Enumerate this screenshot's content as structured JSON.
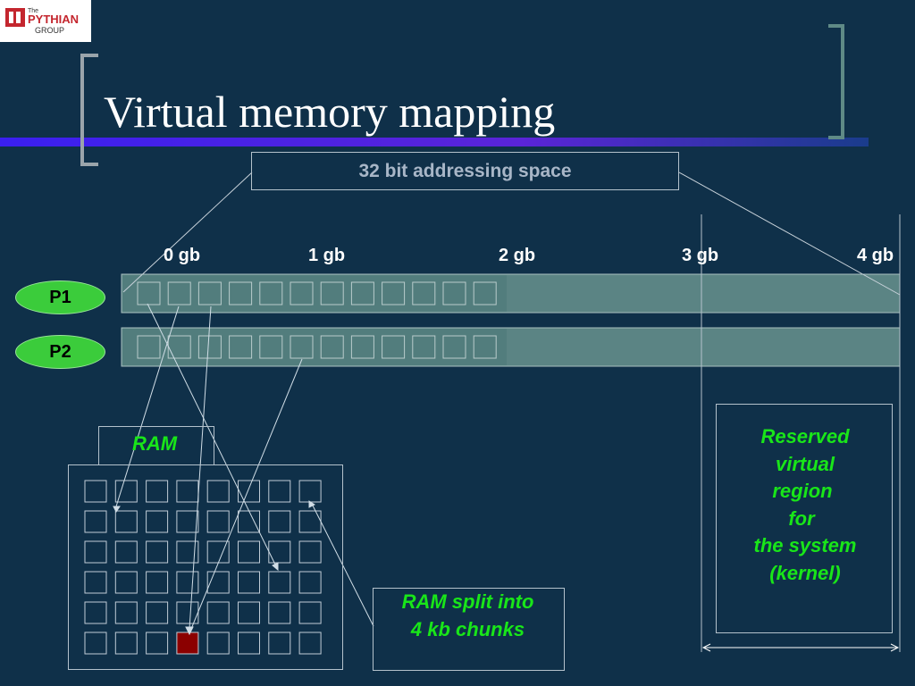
{
  "logo": {
    "the": "The",
    "name": "PYTHIAN",
    "group": "GROUP"
  },
  "slide": {
    "title": "Virtual memory mapping"
  },
  "address_space": {
    "label": "32 bit addressing space",
    "ticks": [
      "0 gb",
      "1 gb",
      "2 gb",
      "3 gb",
      "4 gb"
    ]
  },
  "processes": [
    {
      "name": "P1",
      "pages": 12
    },
    {
      "name": "P2",
      "pages": 12
    }
  ],
  "ram": {
    "label": "RAM",
    "rows": 6,
    "cols": 8,
    "highlight_cell": {
      "row": 6,
      "col": 4
    },
    "highlight_color": "#8b0000"
  },
  "notes": {
    "ram_split": [
      "RAM split into",
      "4 kb chunks"
    ],
    "reserved": [
      "Reserved",
      "virtual",
      "region",
      "for",
      "the system",
      "(kernel)"
    ]
  },
  "colors": {
    "background": "#0f3049",
    "bar": "#5b8484",
    "accent_green": "#19e619",
    "pill": "#3bcc3b"
  }
}
